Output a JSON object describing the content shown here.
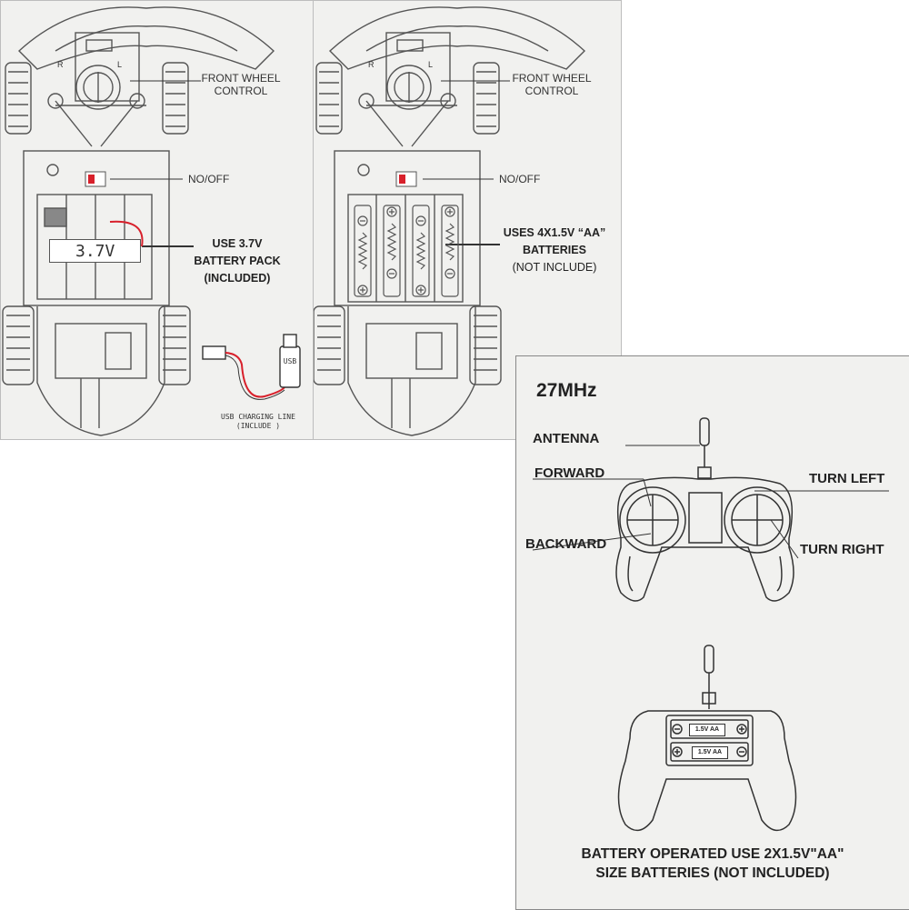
{
  "left_panel": {
    "front_wheel_label_line1": "FRONT WHEEL",
    "front_wheel_label_line2": "CONTROL",
    "switch_label": "NO/OFF",
    "battery_voltage_text": "3.7V",
    "battery_label_line1": "USE 3.7V",
    "battery_label_line2": "BATTERY PACK",
    "battery_label_line3": "(INCLUDED)",
    "usb_plug_text": "USB",
    "usb_label_line1": "USB CHARGING LINE",
    "usb_label_line2": "(INCLUDE )",
    "wheel_letters": [
      "R",
      "L"
    ]
  },
  "middle_panel": {
    "front_wheel_label_line1": "FRONT WHEEL",
    "front_wheel_label_line2": "CONTROL",
    "switch_label": "NO/OFF",
    "battery_label_line1": "USES 4X1.5V “AA”",
    "battery_label_line2": "BATTERIES",
    "battery_label_line3": "(NOT INCLUDE)",
    "wheel_letters": [
      "R",
      "L"
    ]
  },
  "remote_panel": {
    "frequency": "27MHz",
    "antenna_label": "ANTENNA",
    "forward_label": "FORWARD",
    "backward_label": "BACKWARD",
    "turn_left_label": "TURN LEFT",
    "turn_right_label": "TURN RIGHT",
    "battery_cell_text": "1.5V AA",
    "footer_line1": "BATTERY OPERATED USE 2X1.5V\"AA\"",
    "footer_line2": "SIZE BATTERIES (NOT INCLUDED)"
  },
  "colors": {
    "panel_bg": "#f1f1ef",
    "line": "#555555",
    "switch_red": "#d8202b",
    "wire_red": "#d8202b"
  }
}
